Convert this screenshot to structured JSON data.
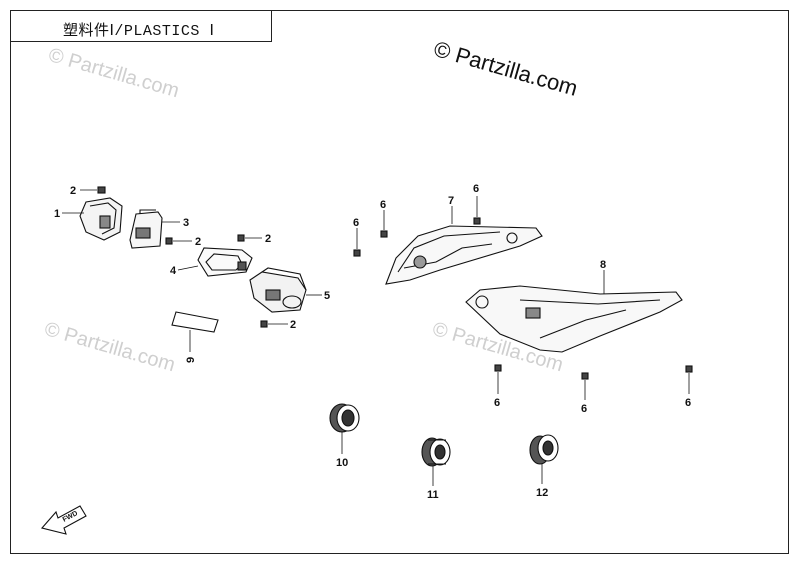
{
  "title": "塑料件Ⅰ/PLASTICS Ⅰ",
  "watermark_main": "© Partzilla.com",
  "watermark_faint": "© Partzilla.com",
  "fwd_label": "FWD",
  "callouts": {
    "p1": "1",
    "p2a": "2",
    "p2b": "2",
    "p2c": "2",
    "p2d": "2",
    "p3": "3",
    "p4": "4",
    "p5": "5",
    "p6a": "6",
    "p6b": "6",
    "p6c": "6",
    "p6d": "6",
    "p6e": "6",
    "p6f": "6",
    "p7": "7",
    "p8": "8",
    "p9": "9",
    "p10": "10",
    "p11": "11",
    "p12": "12"
  }
}
